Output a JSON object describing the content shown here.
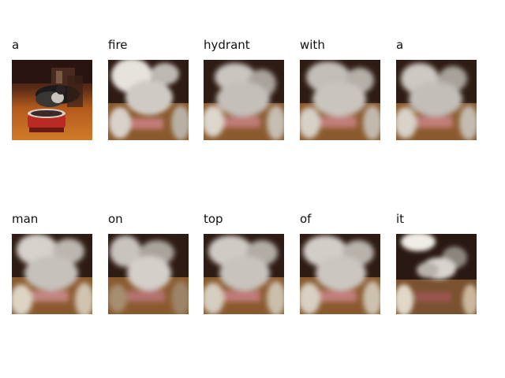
{
  "caption_words": [
    {
      "word": "a",
      "attention": "original"
    },
    {
      "word": "fire",
      "attention": "blurred"
    },
    {
      "word": "hydrant",
      "attention": "blurred"
    },
    {
      "word": "with",
      "attention": "blurred"
    },
    {
      "word": "a",
      "attention": "blurred"
    },
    {
      "word": "man",
      "attention": "blurred"
    },
    {
      "word": "on",
      "attention": "blurred"
    },
    {
      "word": "top",
      "attention": "blurred"
    },
    {
      "word": "of",
      "attention": "blurred"
    },
    {
      "word": "it",
      "attention": "blurred"
    }
  ],
  "colors": {
    "background": "#ffffff",
    "text": "#111111",
    "cart_red": "#b82a22",
    "floor_orange": "#c0641e",
    "dark_bg": "#2a1712",
    "overlay": "#e8e4dc"
  }
}
